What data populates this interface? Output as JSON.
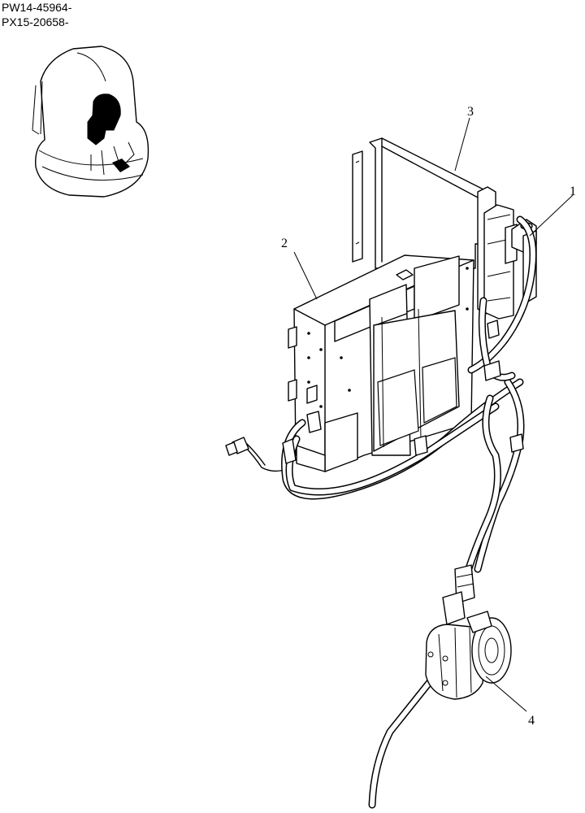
{
  "serial_ranges": [
    "PW14-45964-",
    "PX15-20658-"
  ],
  "callouts": [
    {
      "id": "callout-1",
      "label": "1"
    },
    {
      "id": "callout-2",
      "label": "2"
    },
    {
      "id": "callout-3",
      "label": "3"
    },
    {
      "id": "callout-4",
      "label": "4"
    }
  ]
}
